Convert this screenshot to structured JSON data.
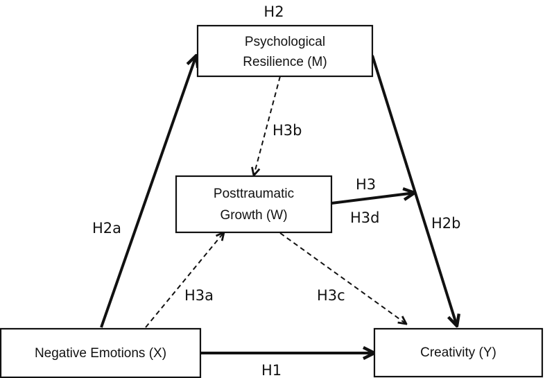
{
  "diagram": {
    "title": "H2",
    "nodes": {
      "x": {
        "lines": [
          "Negative Emotions (X)"
        ]
      },
      "m": {
        "lines": [
          "Psychological",
          "Resilience (M)"
        ]
      },
      "w": {
        "lines": [
          "Posttraumatic",
          "Growth (W)"
        ]
      },
      "y": {
        "lines": [
          "Creativity (Y)"
        ]
      }
    },
    "paths": {
      "h1": "H1",
      "h2a": "H2a",
      "h2b": "H2b",
      "h3": "H3",
      "h3a": "H3a",
      "h3b": "H3b",
      "h3c": "H3c",
      "h3d": "H3d"
    },
    "colors": {
      "stroke": "#111111",
      "text": "#111111",
      "background": "#ffffff"
    }
  }
}
